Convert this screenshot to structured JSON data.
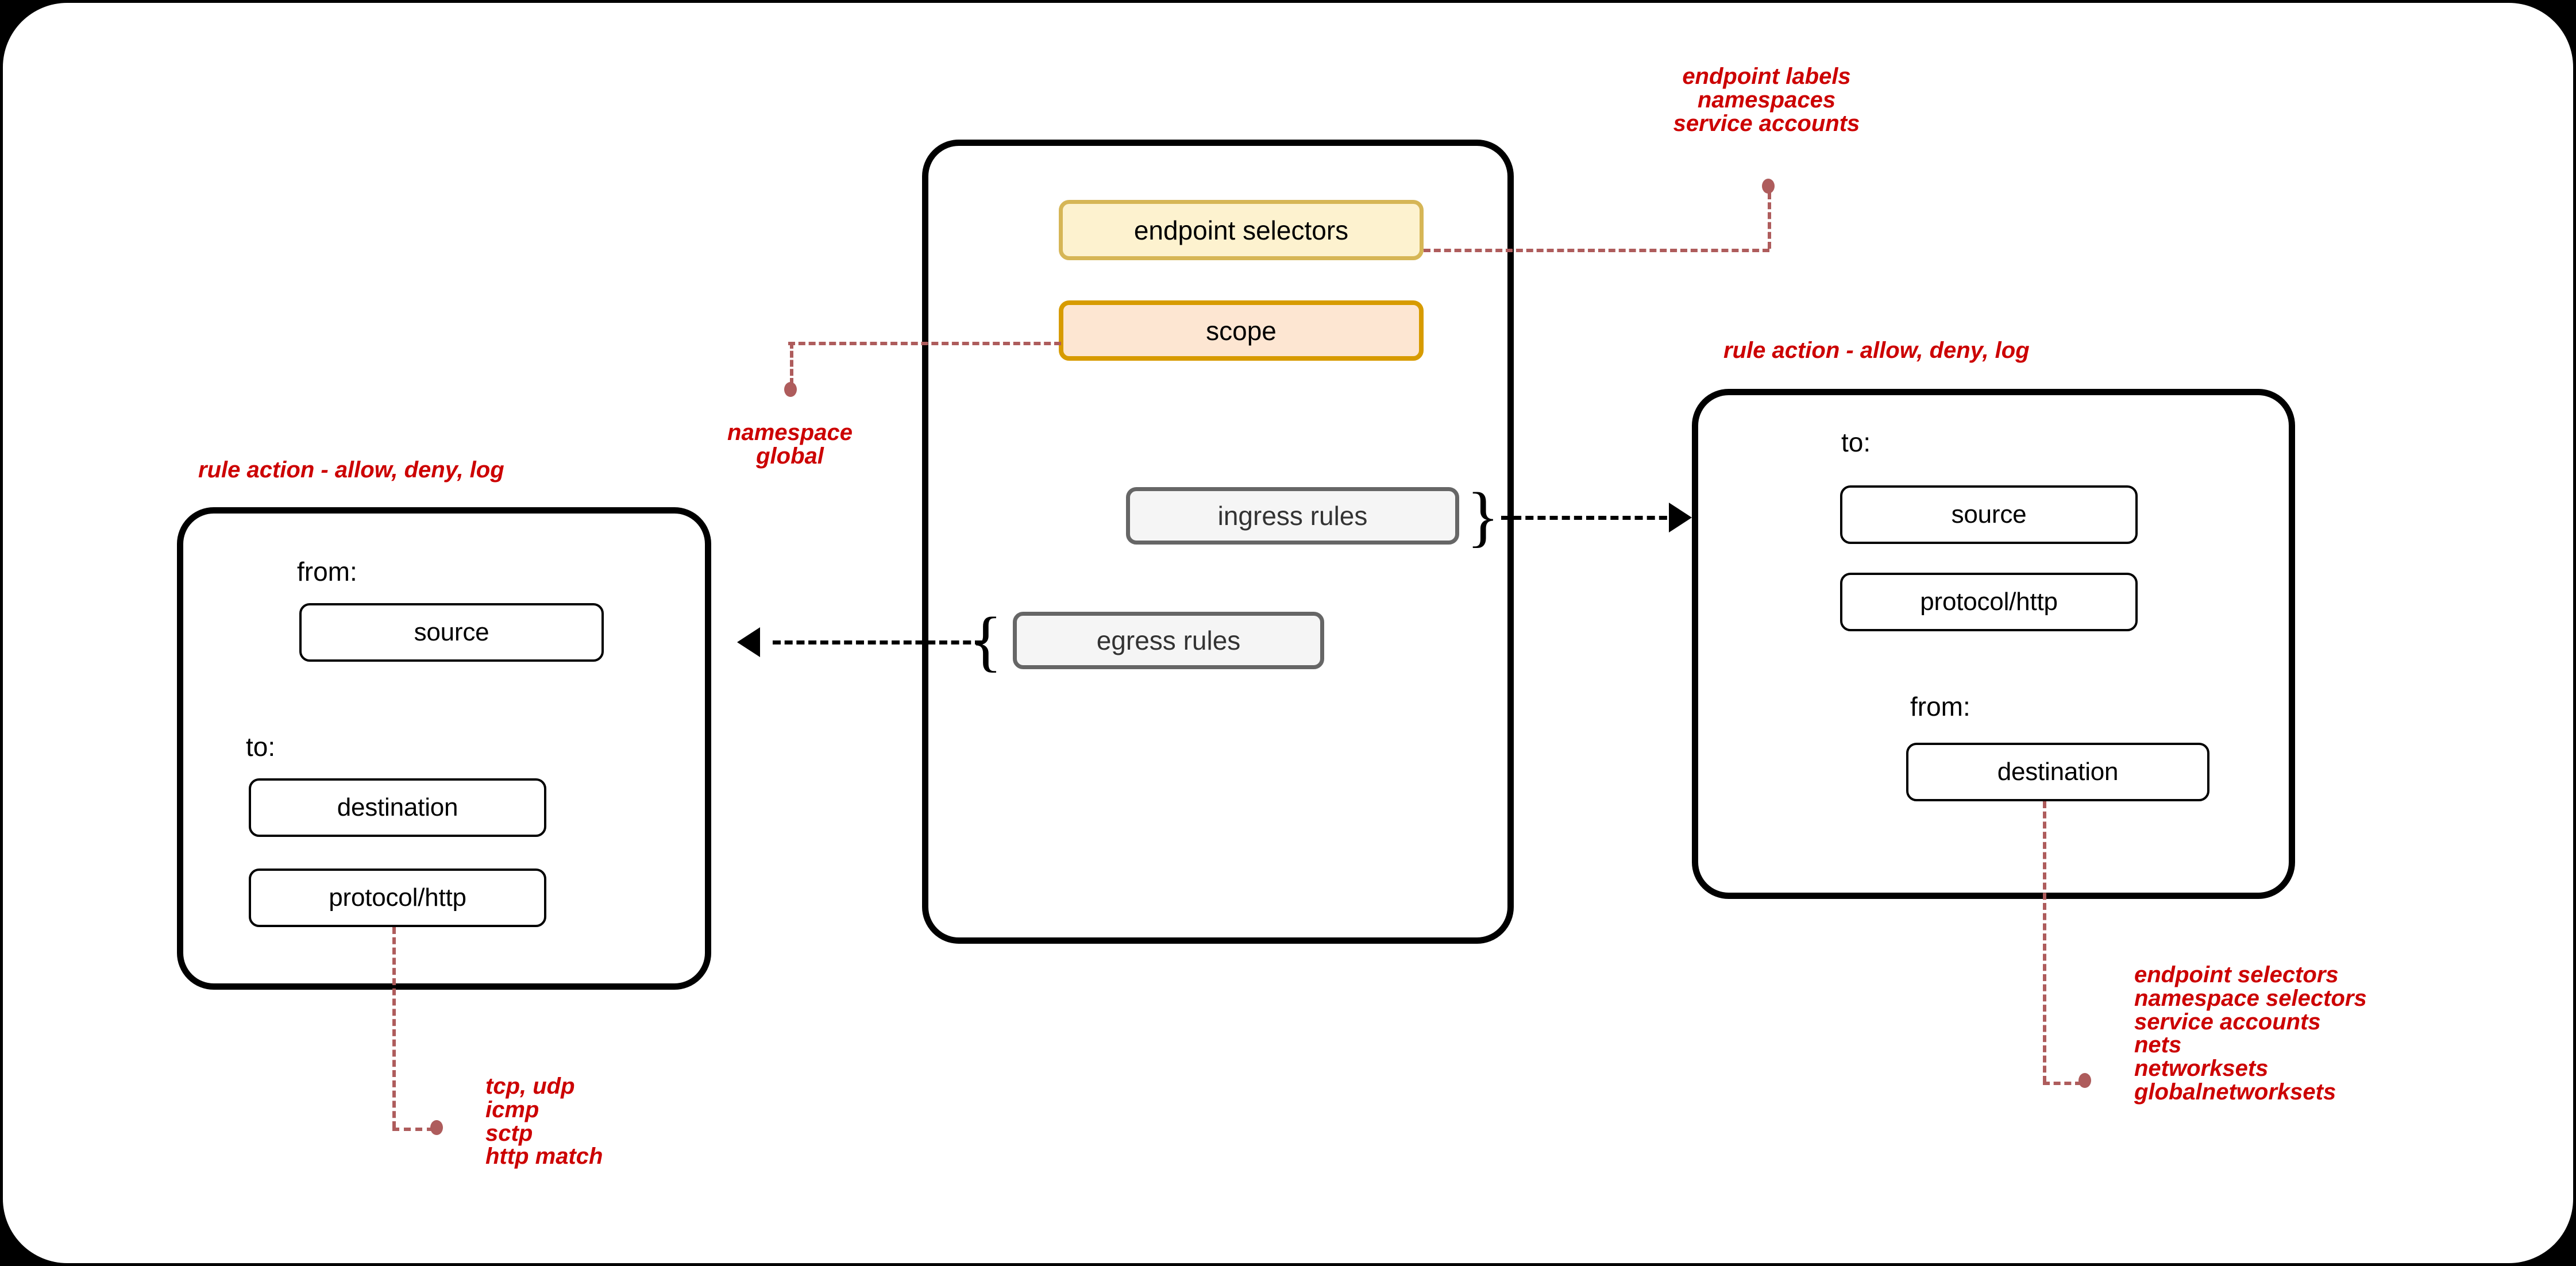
{
  "diagram": {
    "title": "Network policy structure diagram",
    "colors": {
      "canvas_background": "#ffffff",
      "outer_background": "#000000",
      "panel_border": "#000000",
      "annotation_red": "#cc0000",
      "leader_red": "#ae5c5c",
      "endpoint_fill": "#fdf2cf",
      "endpoint_border": "#d6b656",
      "scope_fill": "#fde6d2",
      "scope_border": "#d79b00",
      "rules_fill": "#f5f5f5",
      "rules_border": "#666666",
      "rules_text": "#333333"
    }
  },
  "center_panel": {
    "name": "policy-panel",
    "boxes": {
      "endpoint_selectors": "endpoint selectors",
      "scope": "scope",
      "ingress_rules": "ingress rules",
      "egress_rules": "egress rules"
    },
    "braces": {
      "ingress": "}",
      "egress": "{"
    }
  },
  "left_panel": {
    "name": "egress-rule-panel",
    "annotation": "rule action - allow, deny, log",
    "sections": [
      {
        "label": "from:",
        "items": [
          "source"
        ]
      },
      {
        "label": "to:",
        "items": [
          "destination",
          "protocol/http"
        ]
      }
    ],
    "label_from": "from:",
    "label_to": "to:",
    "box_source": "source",
    "box_destination": "destination",
    "box_protocol": "protocol/http"
  },
  "right_panel": {
    "name": "ingress-rule-panel",
    "annotation": "rule action - allow, deny, log",
    "sections": [
      {
        "label": "to:",
        "items": [
          "source",
          "protocol/http"
        ]
      },
      {
        "label": "from:",
        "items": [
          "destination"
        ]
      }
    ],
    "label_to": "to:",
    "label_from": "from:",
    "box_source": "source",
    "box_protocol": "protocol/http",
    "box_destination": "destination"
  },
  "annotations": {
    "endpoint_selectors": {
      "align": "center",
      "lines": [
        "endpoint labels",
        "namespaces",
        "service accounts"
      ]
    },
    "scope": {
      "align": "center",
      "lines": [
        "namespace",
        "global"
      ]
    },
    "protocol": {
      "align": "left",
      "lines": [
        "tcp, udp",
        "icmp",
        "sctp",
        "http match"
      ]
    },
    "destination": {
      "align": "left",
      "lines": [
        "endpoint selectors",
        "namespace selectors",
        "service accounts",
        "nets",
        "networksets",
        "globalnetworksets"
      ]
    }
  }
}
